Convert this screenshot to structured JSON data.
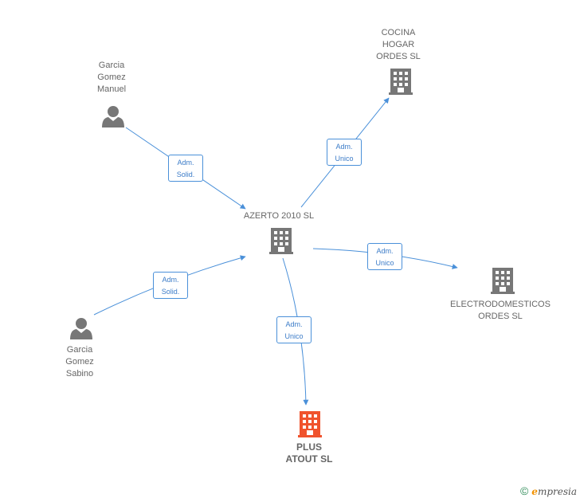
{
  "colors": {
    "edge": "#4a90d9",
    "node_gray": "#777777",
    "node_highlight": "#f0532d",
    "label_text": "#666666"
  },
  "nodes": [
    {
      "id": "manuel",
      "kind": "person",
      "label": "Garcia\nGomez\nManuel",
      "icon": "person-icon"
    },
    {
      "id": "sabino",
      "kind": "person",
      "label": "Garcia\nGomez\nSabino",
      "icon": "person-icon"
    },
    {
      "id": "azerto",
      "kind": "company",
      "label": "AZERTO 2010 SL",
      "icon": "building-icon"
    },
    {
      "id": "cocina",
      "kind": "company",
      "label": "COCINA\nHOGAR\nORDES SL",
      "icon": "building-icon"
    },
    {
      "id": "electro",
      "kind": "company",
      "label": "ELECTRODOMESTICOS\nORDES SL",
      "icon": "building-icon"
    },
    {
      "id": "plus",
      "kind": "company",
      "label": "PLUS\nATOUT SL",
      "icon": "building-icon",
      "highlight": true
    }
  ],
  "edges": [
    {
      "from": "manuel",
      "to": "azerto",
      "label": "Adm.\nSolid."
    },
    {
      "from": "sabino",
      "to": "azerto",
      "label": "Adm.\nSolid."
    },
    {
      "from": "azerto",
      "to": "cocina",
      "label": "Adm.\nUnico"
    },
    {
      "from": "azerto",
      "to": "electro",
      "label": "Adm.\nUnico"
    },
    {
      "from": "azerto",
      "to": "plus",
      "label": "Adm.\nUnico"
    }
  ],
  "watermark": {
    "copyright": "©",
    "brand_initial": "e",
    "brand_rest": "mpresia"
  }
}
